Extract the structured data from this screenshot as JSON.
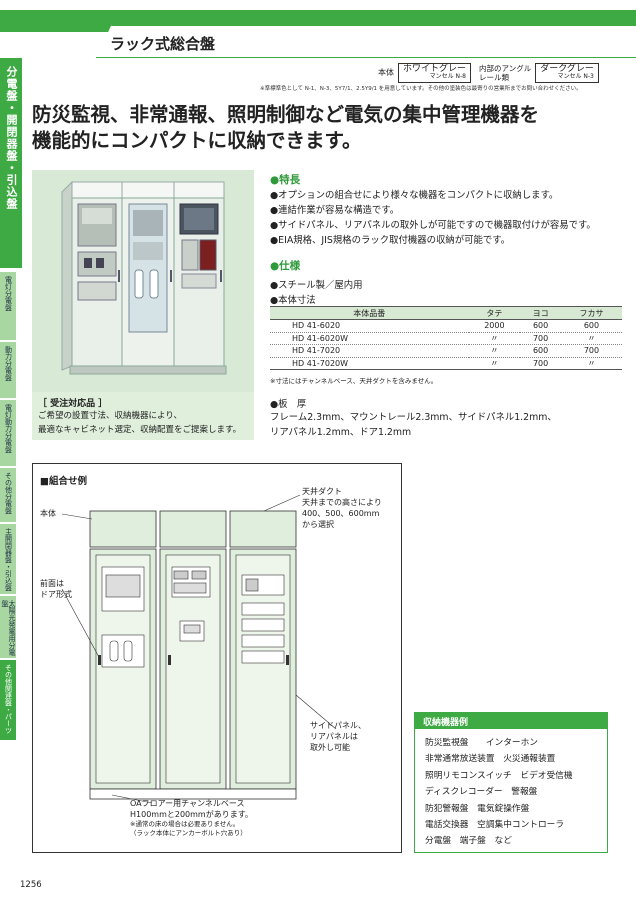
{
  "header": {
    "title": "ラック式総合盤"
  },
  "side_tabs": {
    "main": "分電盤・開閉器盤・引込盤",
    "items": [
      "電灯分電盤",
      "動力分電盤",
      "電灯動力分電盤",
      "その他分電盤",
      "主開閉器盤・引込盤",
      "太陽光発電用分電盤",
      "その他関連盤・パーツ"
    ]
  },
  "color_legend": {
    "body_label": "本体",
    "body_color": "ホワイトグレー",
    "body_code": "マンセル N-8",
    "inner_label_1": "内部のアングル",
    "inner_label_2": "レール類",
    "inner_color": "ダークグレー",
    "inner_code": "マンセル N-3",
    "note": "※準標準色として N-1、N-3、5Y7/1、2.5Y9/1 を用意しています。その他の塗装色は最寄りの営業所までお問い合わせください。"
  },
  "headline": {
    "line1": "防災監視、非常通報、照明制御など電気の集中管理機器を",
    "line2": "機能的にコンパクトに収納できます。"
  },
  "features": {
    "heading": "●特長",
    "items": [
      "●オプションの組合せにより様々な機器をコンパクトに収納します。",
      "●連結作業が容易な構造です。",
      "●サイドパネル、リアパネルの取外しが可能ですので機器取付けが容易です。",
      "●EIA規格、JIS規格のラック取付機器の収納が可能です。"
    ]
  },
  "specs": {
    "heading": "●仕様",
    "items": [
      "●スチール製／屋内用",
      "●本体寸法"
    ],
    "table_headers": [
      "本体品番",
      "タテ",
      "ヨコ",
      "フカサ"
    ],
    "table_rows": [
      [
        "HD 41-6020",
        "2000",
        "600",
        "600"
      ],
      [
        "HD 41-6020W",
        "〃",
        "700",
        "〃"
      ],
      [
        "HD 41-7020",
        "〃",
        "600",
        "700"
      ],
      [
        "HD 41-7020W",
        "〃",
        "700",
        "〃"
      ]
    ],
    "table_note": "※寸法にはチャンネルベース、天井ダクトを含みません。",
    "plate_heading": "●板　厚",
    "plate_line1": "フレーム2.3mm、マウントレール2.3mm、サイドパネル1.2mm、",
    "plate_line2": "リアパネル1.2mm、ドア1.2mm"
  },
  "order": {
    "title": "［ 受注対応品 ］",
    "line1": "ご希望の設置寸法、収納機器により、",
    "line2": "最適なキャビネット選定、収納配置をご提案します。"
  },
  "diagram": {
    "title": "■組合せ例",
    "label_body": "本体",
    "label_door_1": "前面は",
    "label_door_2": "ドア形式",
    "label_duct_1": "天井ダクト",
    "label_duct_2": "天井までの高さにより",
    "label_duct_3": "400、500、600mm",
    "label_duct_4": "から選択",
    "label_side_1": "サイドパネル、",
    "label_side_2": "リアパネルは",
    "label_side_3": "取外し可能",
    "label_base_1": "OAフロアー用チャンネルベース",
    "label_base_2": "H100mmと200mmがあります。",
    "label_base_3": "※通常の床の場合は必要ありません。",
    "label_base_4": "（ラック本体にアンカーボルト穴あり）"
  },
  "storage": {
    "title": "収納機器例",
    "lines": [
      "防災監視盤　　インターホン",
      "非常通常放送装置　火災通報装置",
      "照明リモコンスイッチ　ビデオ受信機",
      "ディスクレコーダー　警報盤",
      "防犯警報盤　電気錠操作盤",
      "電話交換器　空調集中コントローラ",
      "分電盤　端子盤　など"
    ]
  },
  "page_number": "1256",
  "colors": {
    "accent": "#3eaa44",
    "tab_light": "#a8d7a2",
    "panel_bg": "#dfefdb",
    "cabinet": "#dfeedd"
  }
}
